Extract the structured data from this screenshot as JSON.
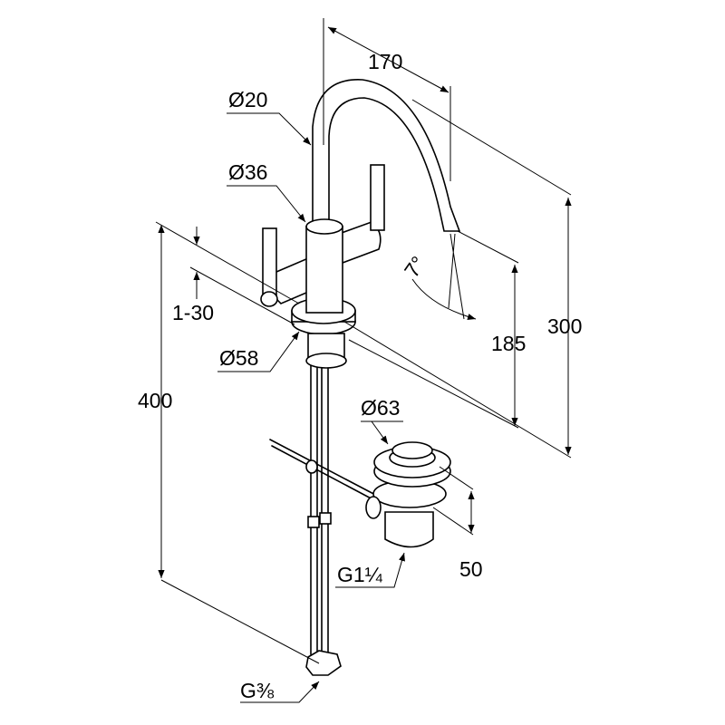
{
  "title": "Faucet technical dimension drawing",
  "dimensions": {
    "spout_reach": "170",
    "spout_diameter": "Ø20",
    "body_diameter": "Ø36",
    "deck_thickness": "1-30",
    "base_diameter": "Ø58",
    "total_length": "400",
    "spout_angle": "7°",
    "spout_outlet_height": "185",
    "total_height": "300",
    "waste_diameter": "Ø63",
    "waste_height": "50",
    "waste_thread": "G1¼",
    "supply_thread": "G⅜"
  },
  "colors": {
    "line": "#000000",
    "background": "#ffffff"
  }
}
